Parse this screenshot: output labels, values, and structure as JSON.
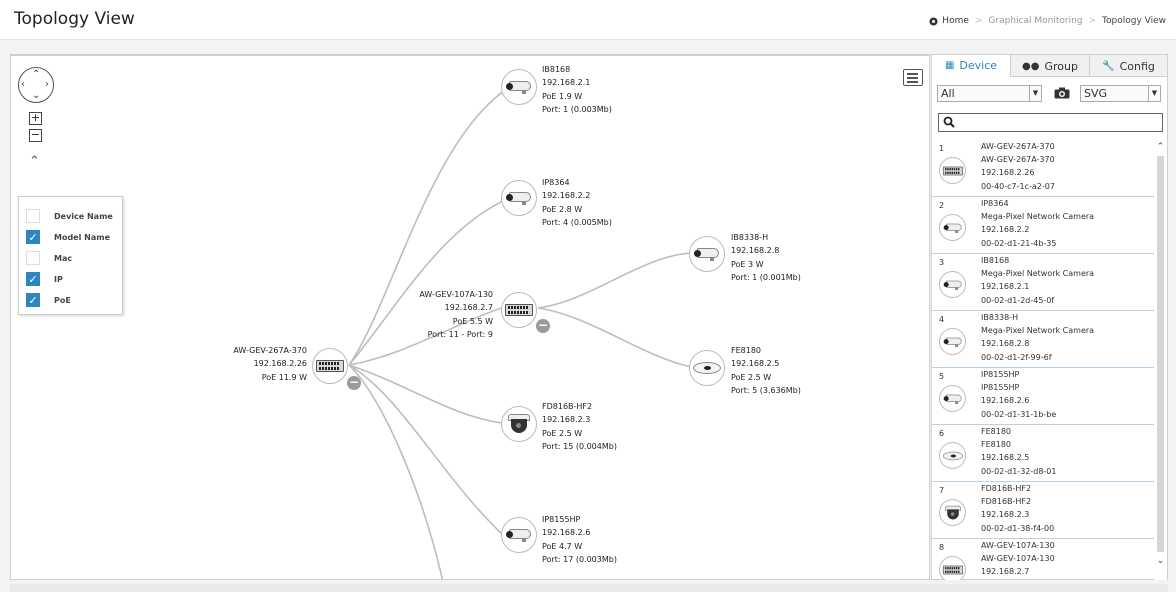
{
  "header": {
    "title": "Topology View",
    "breadcrumb": {
      "home": "Home",
      "middle": "Graphical Monitoring",
      "current": "Topology View"
    }
  },
  "filters": [
    {
      "label": "Device Name",
      "checked": false
    },
    {
      "label": "Model Name",
      "checked": true
    },
    {
      "label": "Mac",
      "checked": false
    },
    {
      "label": "IP",
      "checked": true
    },
    {
      "label": "PoE",
      "checked": true
    }
  ],
  "topology": {
    "root": {
      "lines": [
        "AW-GEV-267A-370",
        "192.168.2.26",
        "PoE 11.9 W"
      ],
      "icon": "switch-icon"
    },
    "sub_switch": {
      "lines": [
        "AW-GEV-107A-130",
        "192.168.2.7",
        "PoE 5.5 W",
        "Port: 11 - Port: 9"
      ],
      "icon": "switch-icon"
    },
    "ib8168": {
      "lines": [
        "IB8168",
        "192.168.2.1",
        "PoE 1.9 W",
        "Port: 1 (0.003Mb)"
      ],
      "icon": "bullet-camera-icon"
    },
    "ip8364": {
      "lines": [
        "IP8364",
        "192.168.2.2",
        "PoE 2.8 W",
        "Port: 4 (0.005Mb)"
      ],
      "icon": "bullet-camera-icon"
    },
    "ib8338h": {
      "lines": [
        "IB8338-H",
        "192.168.2.8",
        "PoE 3 W",
        "Port: 1 (0.001Mb)"
      ],
      "icon": "bullet-camera-icon"
    },
    "fe8180": {
      "lines": [
        "FE8180",
        "192.168.2.5",
        "PoE 2.5 W",
        "Port: 5 (3.636Mb)"
      ],
      "icon": "fisheye-camera-icon"
    },
    "fd816b": {
      "lines": [
        "FD816B-HF2",
        "192.168.2.3",
        "PoE 2.5 W",
        "Port: 15 (0.004Mb)"
      ],
      "icon": "dome-camera-icon"
    },
    "ip8155hp": {
      "lines": [
        "IP8155HP",
        "192.168.2.6",
        "PoE 4.7 W",
        "Port: 17 (0.003Mb)"
      ],
      "icon": "bullet-camera-icon"
    }
  },
  "side": {
    "tabs": [
      {
        "label": "Device",
        "icon": "grid-icon",
        "active": true
      },
      {
        "label": "Group",
        "icon": "users-icon",
        "active": false
      },
      {
        "label": "Config",
        "icon": "wrench-icon",
        "active": false
      }
    ],
    "filter_select": "All",
    "export_select": "SVG",
    "search_placeholder": "",
    "devices": [
      {
        "index": "1",
        "icon": "switch-icon",
        "lines": [
          "AW-GEV-267A-370",
          "AW-GEV-267A-370",
          "192.168.2.26",
          "00-40-c7-1c-a2-07"
        ]
      },
      {
        "index": "2",
        "icon": "bullet-camera-icon",
        "lines": [
          "IP8364",
          "Mega-Pixel Network Camera",
          "192.168.2.2",
          "00-02-d1-21-4b-35"
        ]
      },
      {
        "index": "3",
        "icon": "bullet-camera-icon",
        "lines": [
          "IB8168",
          "Mega-Pixel Network Camera",
          "192.168.2.1",
          "00-02-d1-2d-45-0f"
        ]
      },
      {
        "index": "4",
        "icon": "bullet-camera-icon",
        "lines": [
          "IB8338-H",
          "Mega-Pixel Network Camera",
          "192.168.2.8",
          "00-02-d1-2f-99-6f"
        ]
      },
      {
        "index": "5",
        "icon": "bullet-camera-icon",
        "lines": [
          "IP8155HP",
          "IP8155HP",
          "192.168.2.6",
          "00-02-d1-31-1b-be"
        ]
      },
      {
        "index": "6",
        "icon": "fisheye-camera-icon",
        "lines": [
          "FE8180",
          "FE8180",
          "192.168.2.5",
          "00-02-d1-32-d8-01"
        ]
      },
      {
        "index": "7",
        "icon": "dome-camera-icon",
        "lines": [
          "FD816B-HF2",
          "FD816B-HF2",
          "192.168.2.3",
          "00-02-d1-38-f4-00"
        ]
      },
      {
        "index": "8",
        "icon": "switch-icon",
        "lines": [
          "AW-GEV-107A-130",
          "AW-GEV-107A-130",
          "192.168.2.7",
          ""
        ]
      }
    ]
  },
  "colors": {
    "accent": "#2e86c1",
    "link": "#bdbdbd",
    "minus": "#9b9b9b"
  }
}
